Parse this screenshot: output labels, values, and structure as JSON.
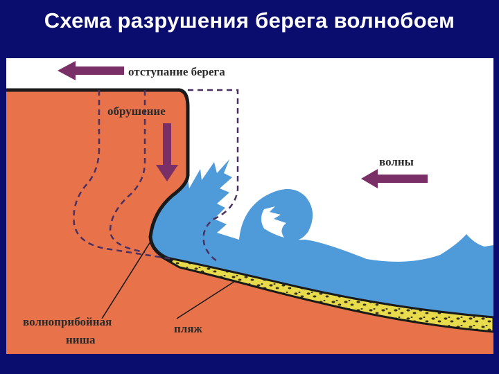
{
  "title": "Схема разрушения берега волнобоем",
  "labels": {
    "retreat": "отступание берега",
    "collapse": "обрушение",
    "waves": "волны",
    "niche_line1": "волноприбойная",
    "niche_line2": "ниша",
    "beach": "пляж"
  },
  "colors": {
    "background": "#0a0d6e",
    "rock": "#e8724a",
    "water": "#4f9ad9",
    "sand": "#e9dc4c",
    "arrow": "#7a2f66",
    "outline": "#1a1a1a"
  }
}
